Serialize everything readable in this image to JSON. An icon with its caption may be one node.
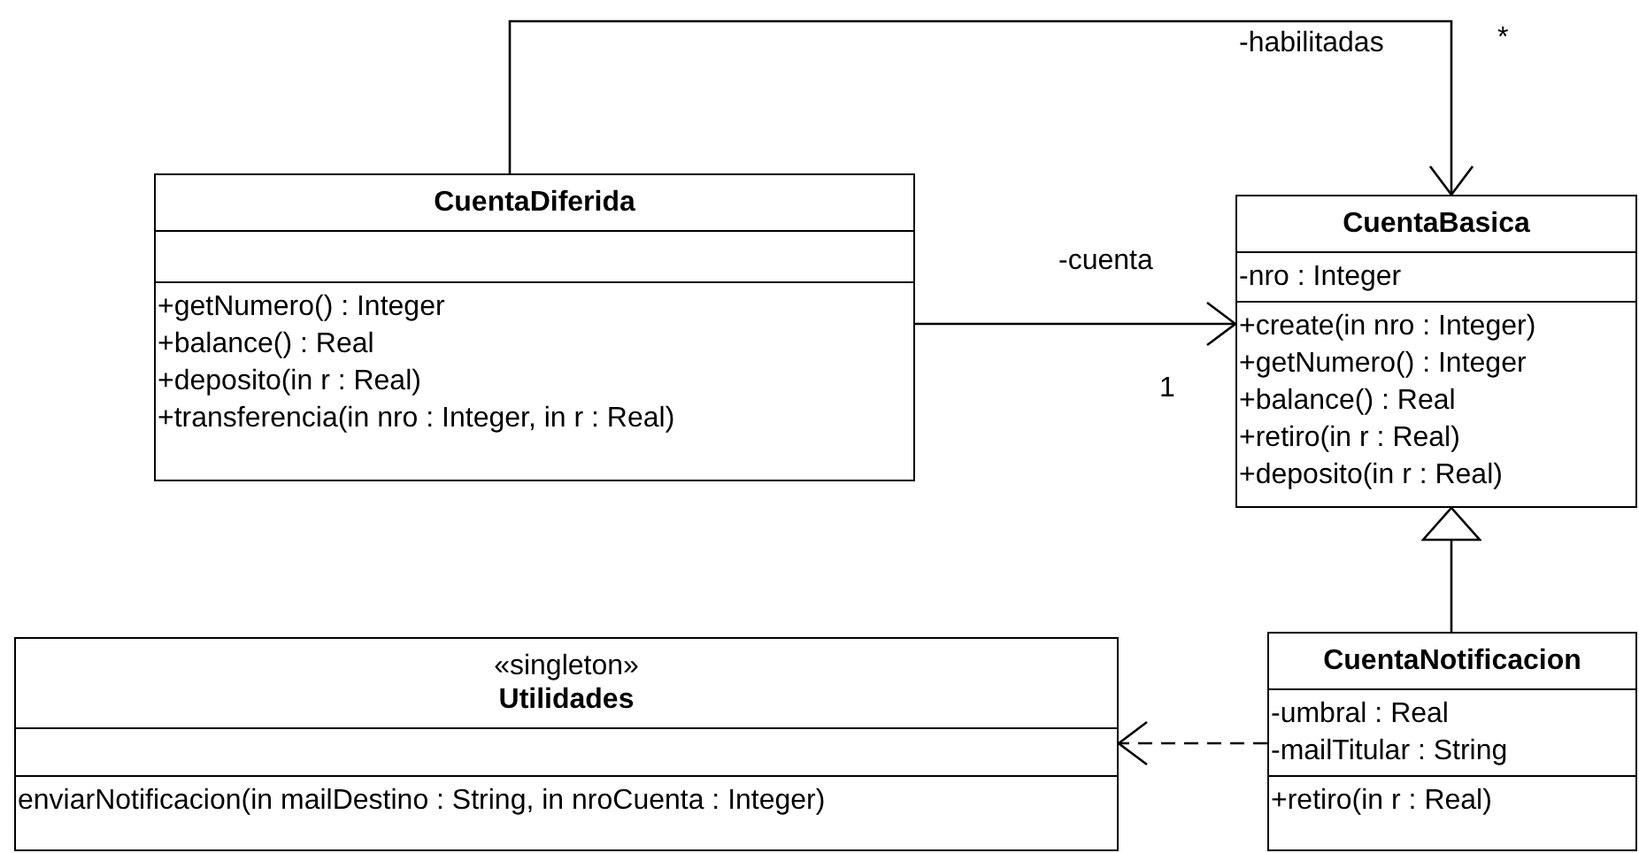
{
  "diagram": {
    "nodes": [
      {
        "text": [
          "CuentaDiferida"
        ]
      },
      {
        "text": [],
        "shape": "box",
        "in": 0
      },
      {
        "text": [
          "+getNumero() : Integer",
          "+balance() : Real",
          "+deposito(in r : Real)",
          "+transferencia(in nro : Integer, in r : Real)"
        ],
        "in": 0
      },
      {
        "text": [
          "CuentaBasica"
        ]
      },
      {
        "text": [
          "-nro : Integer"
        ],
        "in": 3
      },
      {
        "text": [
          "+create(in nro : Integer)",
          "+getNumero() : Integer",
          "+balance() : Real",
          "+retiro(in r : Real)",
          "+deposito(in r : Real)"
        ],
        "in": 3
      },
      {
        "text": [
          "«singleton»",
          "Utilidades"
        ]
      },
      {
        "text": [],
        "shape": "box",
        "in": 6
      },
      {
        "text": [
          "enviarNotificacion(in mailDestino : String, in nroCuenta : Integer)"
        ],
        "in": 6
      },
      {
        "text": [
          "CuentaNotificacion"
        ]
      },
      {
        "text": [
          "-umbral : Real",
          "-mailTitular : String"
        ],
        "in": 9
      },
      {
        "text": [
          "+retiro(in r : Real)"
        ],
        "in": 9
      }
    ],
    "edges": [
      {
        "from": 0,
        "to": 3,
        "arrow": "to",
        "label": "-habilitadas"
      },
      {
        "from": 0,
        "to": 3,
        "arrow": "to",
        "label": "-cuenta"
      },
      {
        "from": 9,
        "to": 3,
        "arrow": "to"
      },
      {
        "from": 9,
        "to": 6,
        "arrow": "to",
        "style": "dashed"
      }
    ],
    "labels": [
      "*",
      "1"
    ]
  }
}
